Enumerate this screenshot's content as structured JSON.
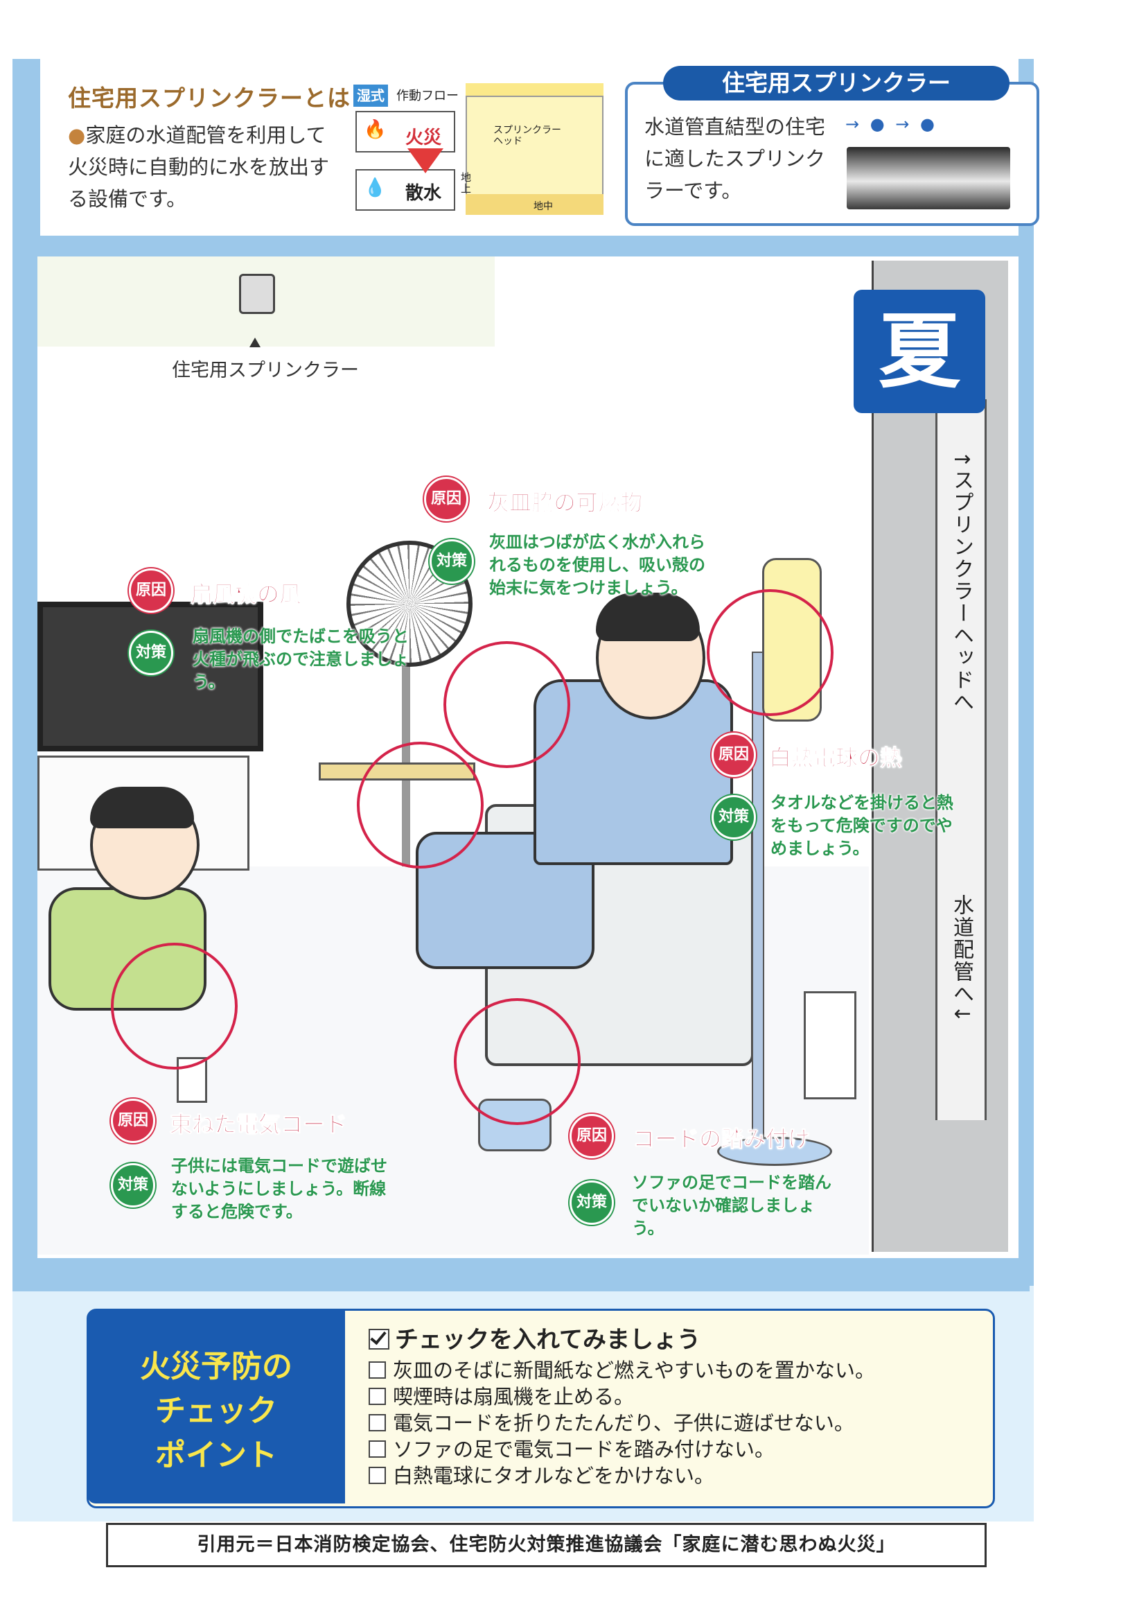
{
  "top_info": {
    "title": "住宅用スプリンクラーとは",
    "bullet": "●",
    "description": "家庭の水道配管を利用して火災時に自動的に水を放出する設備です。",
    "flow": {
      "wet_label": "湿式",
      "flow_label": "作動フロー",
      "fire": "火災",
      "spray": "散水",
      "head_label": "スプリンクラーヘッド",
      "above_ground": "地上",
      "underground": "地中"
    }
  },
  "sprinkler_panel": {
    "tab": "住宅用スプリンクラー",
    "text": "水道管直結型の住宅に適したスプリンクラーです。",
    "arrows": "→ ● → ●"
  },
  "illustration": {
    "ceiling_label": "住宅用スプリンクラー",
    "season": "夏",
    "pipe_label_top": "↑スプリンクラーヘッドへ",
    "pipe_label_bottom": "水道配管へ↓",
    "cause_badge": "原因",
    "measure_badge": "対策",
    "callouts": [
      {
        "cause": "扇風機の風",
        "measure": "扇風機の側でたばこを吸うと火種が飛ぶので注意しましょう。"
      },
      {
        "cause": "灰皿脇の可燃物",
        "measure": "灰皿はつばが広く水が入れられるものを使用し、吸い殻の始末に気をつけましょう。"
      },
      {
        "cause": "白熱電球の熱",
        "measure": "タオルなどを掛けると熱をもって危険ですのでやめましょう。"
      },
      {
        "cause": "束ねた電気コード",
        "measure": "子供には電気コードで遊ばせないようにしましょう。断線すると危険です。"
      },
      {
        "cause": "コードの踏み付け",
        "measure": "ソファの足でコードを踏んでいないか確認しましょう。"
      }
    ]
  },
  "checklist": {
    "title_lines": [
      "火災予防の",
      "チェック",
      "ポイント"
    ],
    "heading": "チェックを入れてみましょう",
    "items": [
      "灰皿のそばに新聞紙など燃えやすいものを置かない。",
      "喫煙時は扇風機を止める。",
      "電気コードを折りたたんだり、子供に遊ばせない。",
      "ソファの足で電気コードを踏み付けない。",
      "白熱電球にタオルなどをかけない。"
    ]
  },
  "source": "引用元＝日本消防検定協会、住宅防火対策推進協議会「家庭に潜む思わぬ火災」",
  "colors": {
    "frame_blue": "#9cc8ea",
    "brand_blue": "#1a5bb0",
    "cause_red": "#d8324d",
    "measure_green": "#2a9850",
    "checklist_title_yellow": "#f9e64b"
  }
}
